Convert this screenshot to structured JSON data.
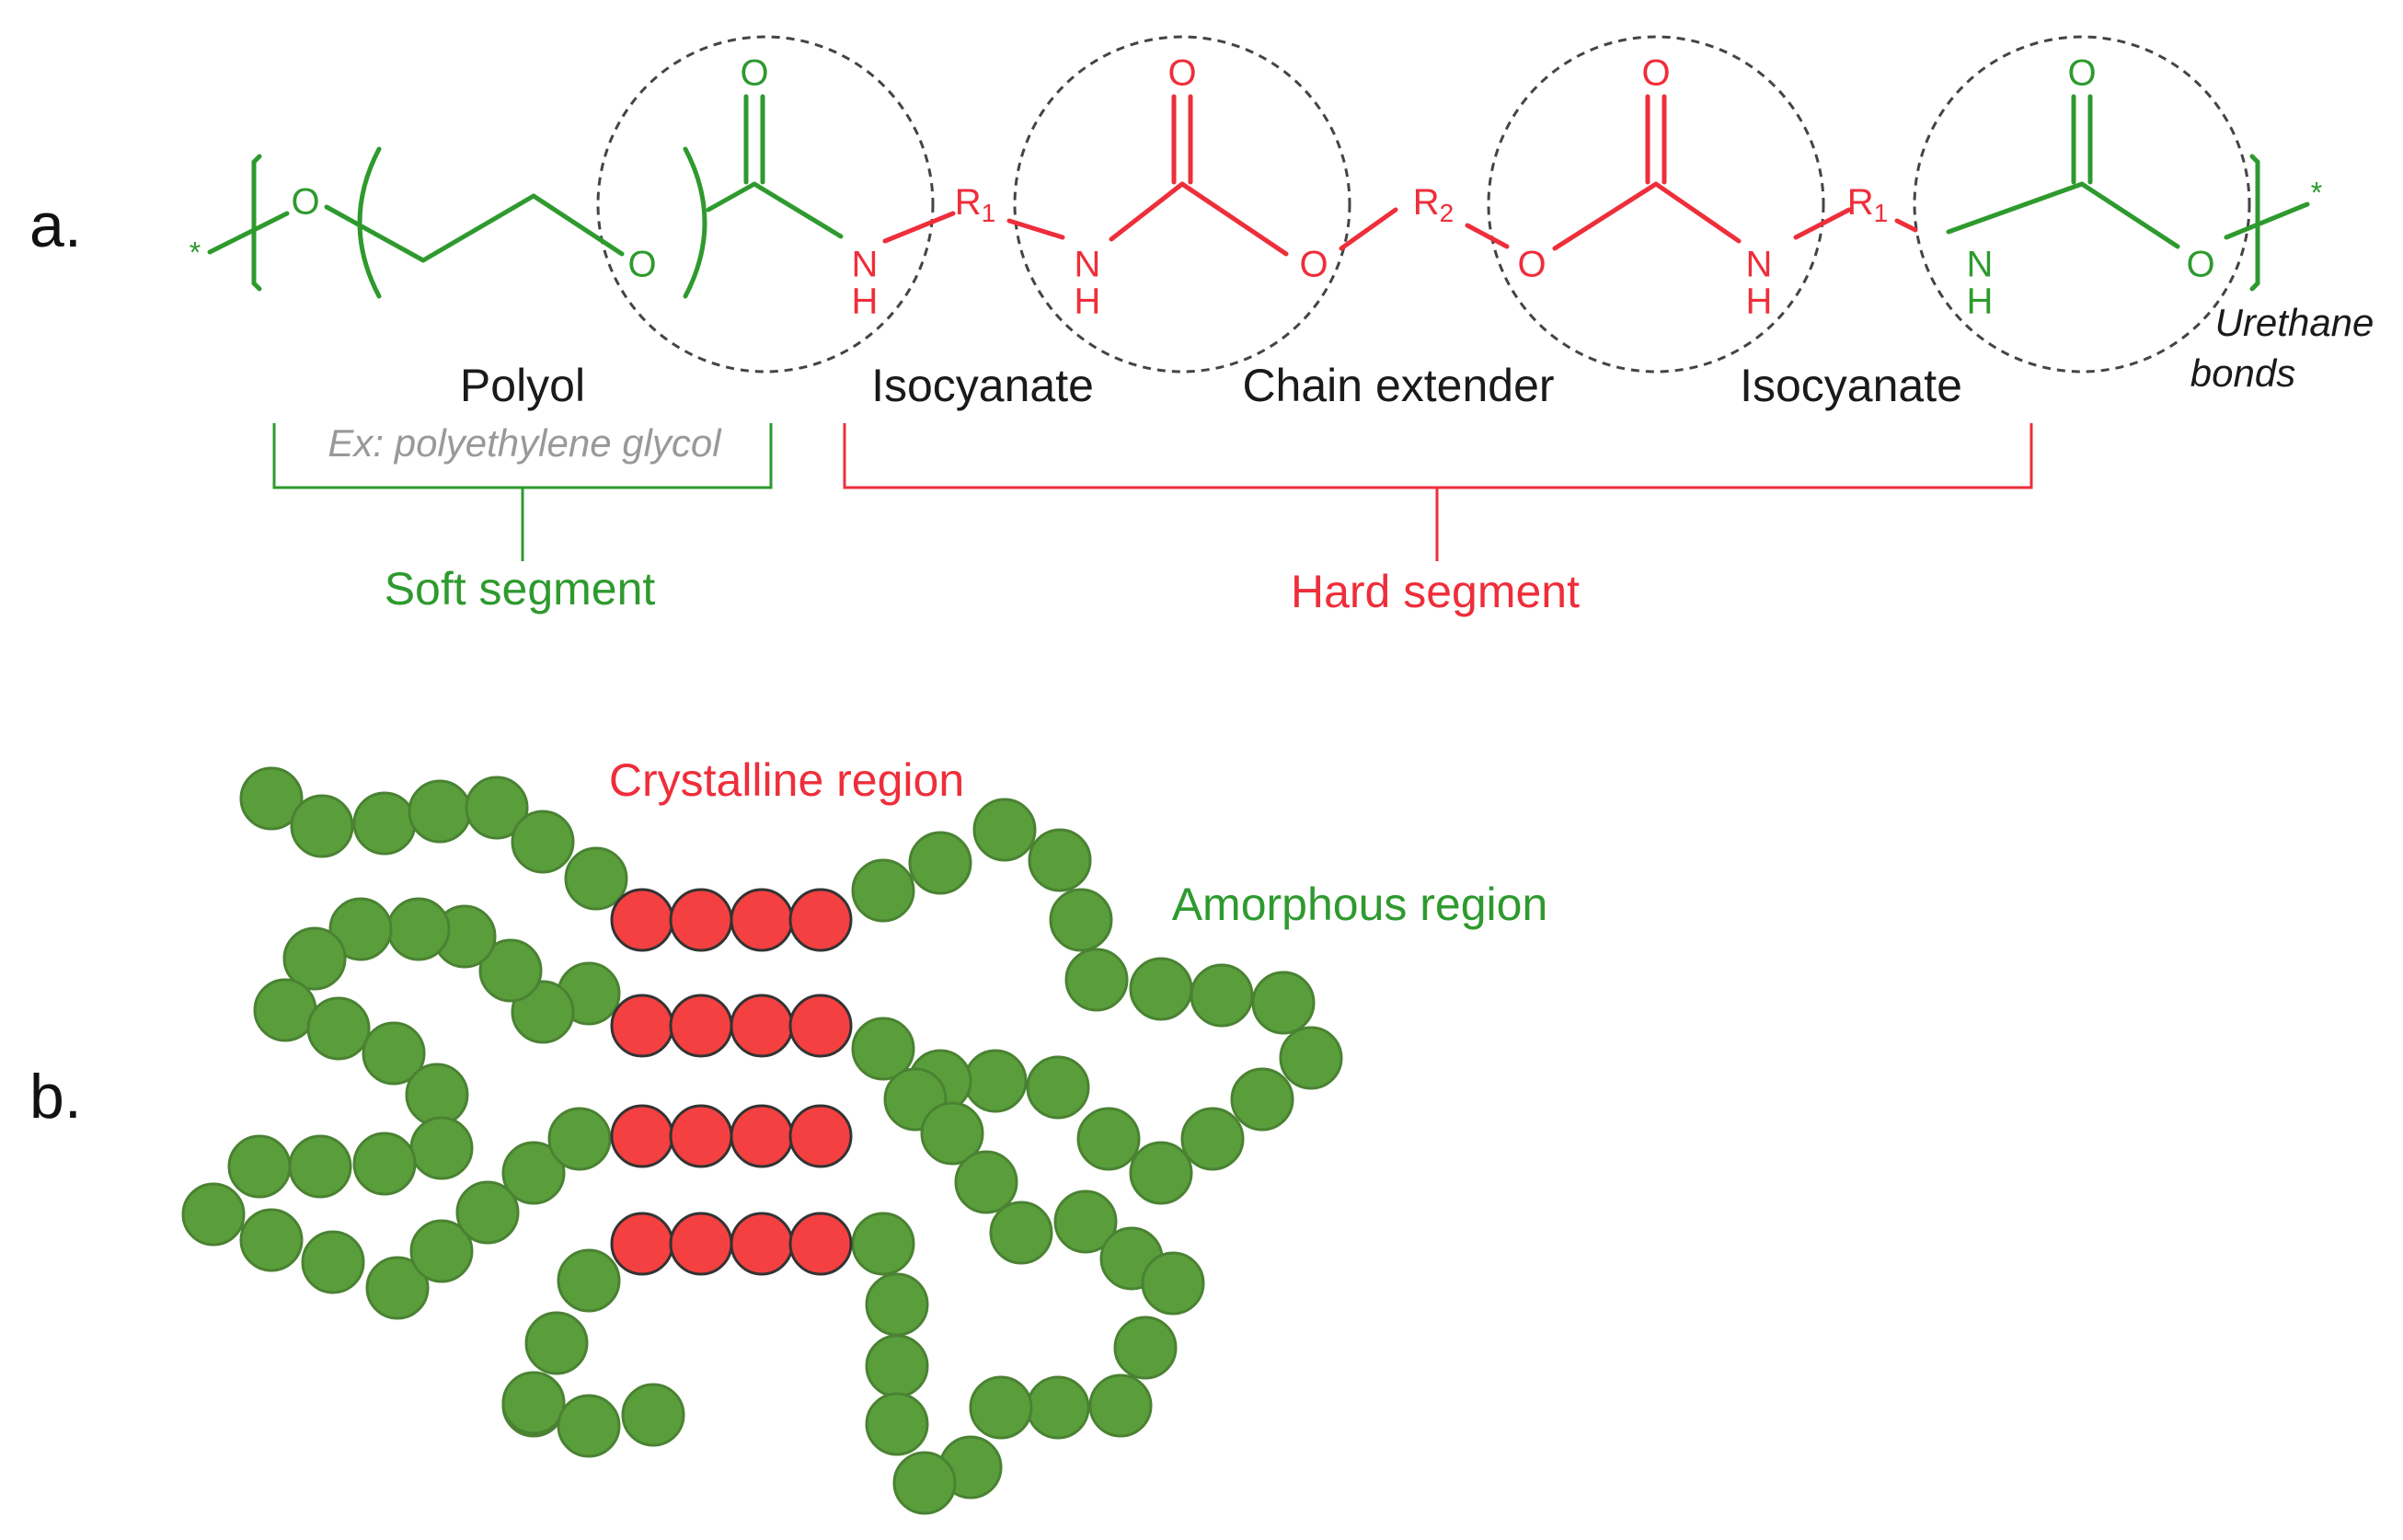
{
  "panel_labels": {
    "a": "a.",
    "b": "b."
  },
  "colors": {
    "soft": "#2e9a2e",
    "hard": "#ee2e3a",
    "soft_bead": "#5a9e3c",
    "soft_bead_stroke": "#4a8232",
    "hard_bead": "#f44040",
    "hard_bead_stroke": "#333333",
    "text": "#1a1a1a",
    "example": "#999999",
    "circle": "#444444"
  },
  "atoms": {
    "oxygen": "O",
    "nitrogen": "N",
    "hydrogen": "H",
    "r": "R",
    "end": "*"
  },
  "subscripts": {
    "r1": "1",
    "r2": "2"
  },
  "labels": {
    "polyol": "Polyol",
    "isocyanate_1": "Isocyanate",
    "chain_extender": "Chain extender",
    "isocyanate_2": "Isocyanate",
    "urethane_line1": "Urethane",
    "urethane_line2": "bonds",
    "example": "Ex: polyethylene glycol",
    "soft_segment": "Soft segment",
    "hard_segment": "Hard segment",
    "crystalline_region": "Crystalline region",
    "amorphous_region": "Amorphous region"
  }
}
